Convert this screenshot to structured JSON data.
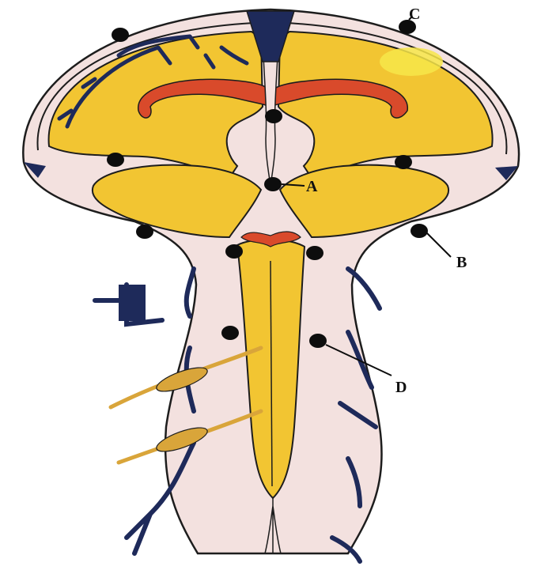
{
  "labels": {
    "a": "A",
    "b": "B",
    "c": "C",
    "d": "D"
  },
  "colors": {
    "brain_tissue": "#f2c532",
    "brain_tissue_light": "#f7d84e",
    "meninges": "#f3e1df",
    "outline": "#1d1d1d",
    "veins": "#1e2a5a",
    "choroid_plexus": "#d94a2b",
    "nerves": "#d9a53a",
    "marker": "#0d0d0d"
  },
  "markers_count_note": ""
}
